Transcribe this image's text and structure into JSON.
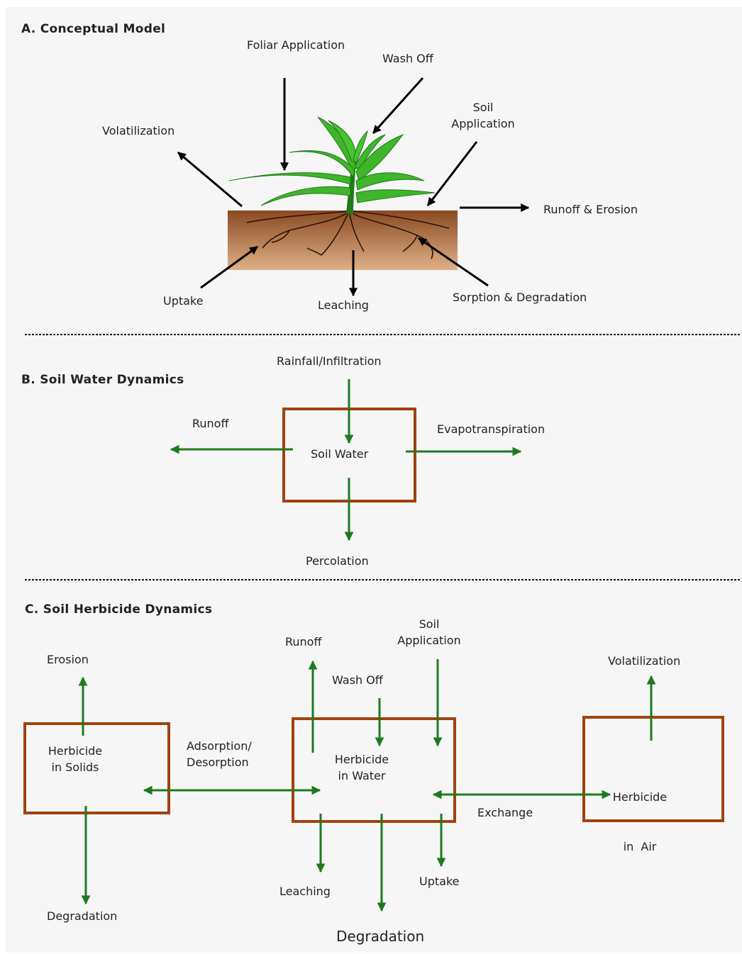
{
  "section_a": {
    "title": "A. Conceptual Model",
    "labels": {
      "foliar_application": "Foliar Application",
      "wash_off": "Wash Off",
      "soil_application_line1": "Soil",
      "soil_application_line2": "Application",
      "volatilization": "Volatilization",
      "runoff_erosion": "Runoff & Erosion",
      "uptake": "Uptake",
      "leaching": "Leaching",
      "sorption_degradation": "Sorption & Degradation"
    }
  },
  "section_b": {
    "title": "B. Soil Water Dynamics",
    "labels": {
      "rainfall_infiltration": "Rainfall/Infiltration",
      "runoff": "Runoff",
      "soil_water": "Soil Water",
      "evapotranspiration": "Evapotranspiration",
      "percolation": "Percolation"
    }
  },
  "section_c": {
    "title": "C. Soil Herbicide Dynamics",
    "labels": {
      "erosion": "Erosion",
      "runoff": "Runoff",
      "soil_application_line1": "Soil",
      "soil_application_line2": "Application",
      "wash_off": "Wash Off",
      "volatilization": "Volatilization",
      "solids_line1": "Herbicide",
      "solids_line2": "in Solids",
      "adsorption_line1": "Adsorption/",
      "adsorption_line2": "Desorption",
      "water_line1": "Herbicide",
      "water_line2": "in Water",
      "air_line1": "Herbicide",
      "air_line2": "in  Air",
      "exchange": "Exchange",
      "degradation_left": "Degradation",
      "leaching": "Leaching",
      "uptake": "Uptake",
      "degradation_center": "Degradation"
    }
  },
  "colors": {
    "box_stroke": "#a0420f",
    "arrow_green": "#1e7a1e",
    "arrow_black": "#000000",
    "leaf_green": "#3fb52b",
    "leaf_dark": "#1f7a17",
    "soil_top": "#8a4a22",
    "soil_bottom": "#e0b088",
    "root": "#2a1408"
  }
}
